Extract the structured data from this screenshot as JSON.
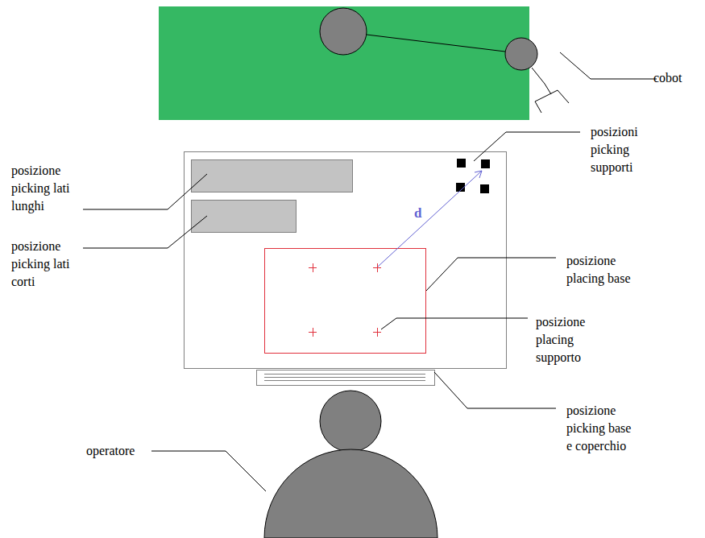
{
  "diagram": {
    "labels": [
      "cobot",
      "posizione picking lati lunghi",
      "posizione picking lati corti",
      "posizioni picking supporti",
      "d",
      "posizione placing base",
      "posizione placing supporto",
      "posizione picking base e coperchio",
      "operatore"
    ]
  }
}
